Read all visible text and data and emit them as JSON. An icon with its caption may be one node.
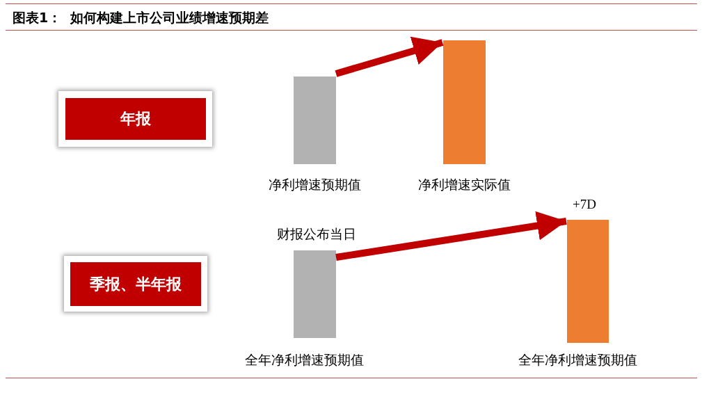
{
  "diagram": {
    "title": "图表1：  如何构建上市公司业绩增速预期差",
    "nodes": [
      {
        "text": [
          "年报"
        ]
      },
      {
        "text": [],
        "shape": "bar",
        "beside": [
          "净利增速预期值"
        ]
      },
      {
        "text": [],
        "shape": "bar",
        "beside": [
          "净利增速实际值"
        ]
      },
      {
        "text": [
          "季报、半年报"
        ]
      },
      {
        "text": [],
        "shape": "bar",
        "beside": [
          "财报公布当日",
          "全年净利增速预期值"
        ]
      },
      {
        "text": [],
        "shape": "bar",
        "beside": [
          "+7D",
          "全年净利增速预期值"
        ]
      }
    ],
    "edges": [
      {
        "from": 1,
        "to": 2,
        "arrow": "to"
      },
      {
        "from": 4,
        "to": 5,
        "arrow": "to"
      }
    ]
  }
}
